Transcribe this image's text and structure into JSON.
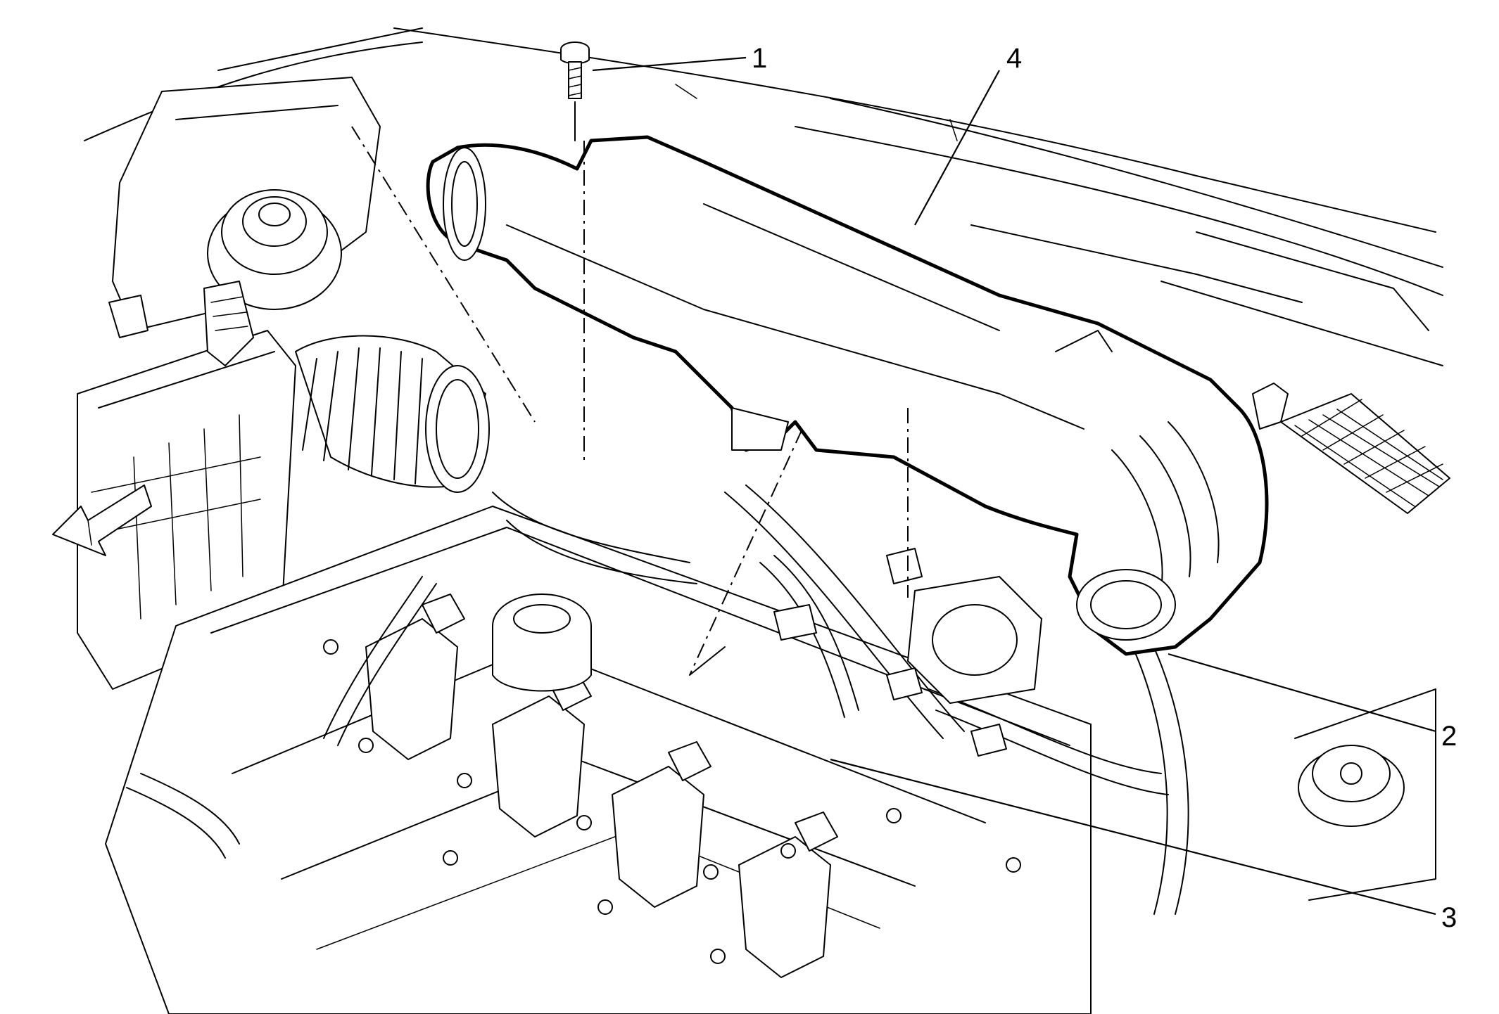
{
  "diagram": {
    "callouts": [
      {
        "id": "1",
        "label": "1"
      },
      {
        "id": "2",
        "label": "2"
      },
      {
        "id": "3",
        "label": "3"
      },
      {
        "id": "4",
        "label": "4"
      }
    ],
    "icons": {
      "direction_arrow": "arrow-front-icon"
    }
  }
}
